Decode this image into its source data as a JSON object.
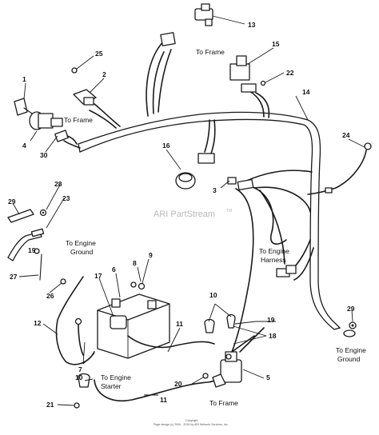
{
  "watermark": {
    "text": "ARI PartStream",
    "trademark": "TM"
  },
  "copyright": {
    "line1": "Copyright",
    "line2": "Page design (c) 2004 - 2015 by ARI Network Services, Inc."
  },
  "callouts": [
    "1",
    "2",
    "3",
    "4",
    "5",
    "6",
    "7",
    "8",
    "9",
    "10",
    "10",
    "11",
    "11",
    "12",
    "13",
    "14",
    "15",
    "16",
    "17",
    "18",
    "19",
    "19",
    "20",
    "21",
    "22",
    "23",
    "24",
    "25",
    "26",
    "27",
    "28",
    "29",
    "29",
    "30"
  ],
  "labels": {
    "to_frame_top": "To Frame",
    "to_frame_left": "To Frame",
    "to_frame_bottom": "To Frame",
    "to_engine_ground_left_1": "To Engine",
    "to_engine_ground_left_2": "Ground",
    "to_engine_harness_1": "To Engine",
    "to_engine_harness_2": "Harness",
    "to_engine_ground_right_1": "To Engine",
    "to_engine_ground_right_2": "Ground",
    "to_engine_starter_1": "To Engine",
    "to_engine_starter_2": "Starter"
  }
}
